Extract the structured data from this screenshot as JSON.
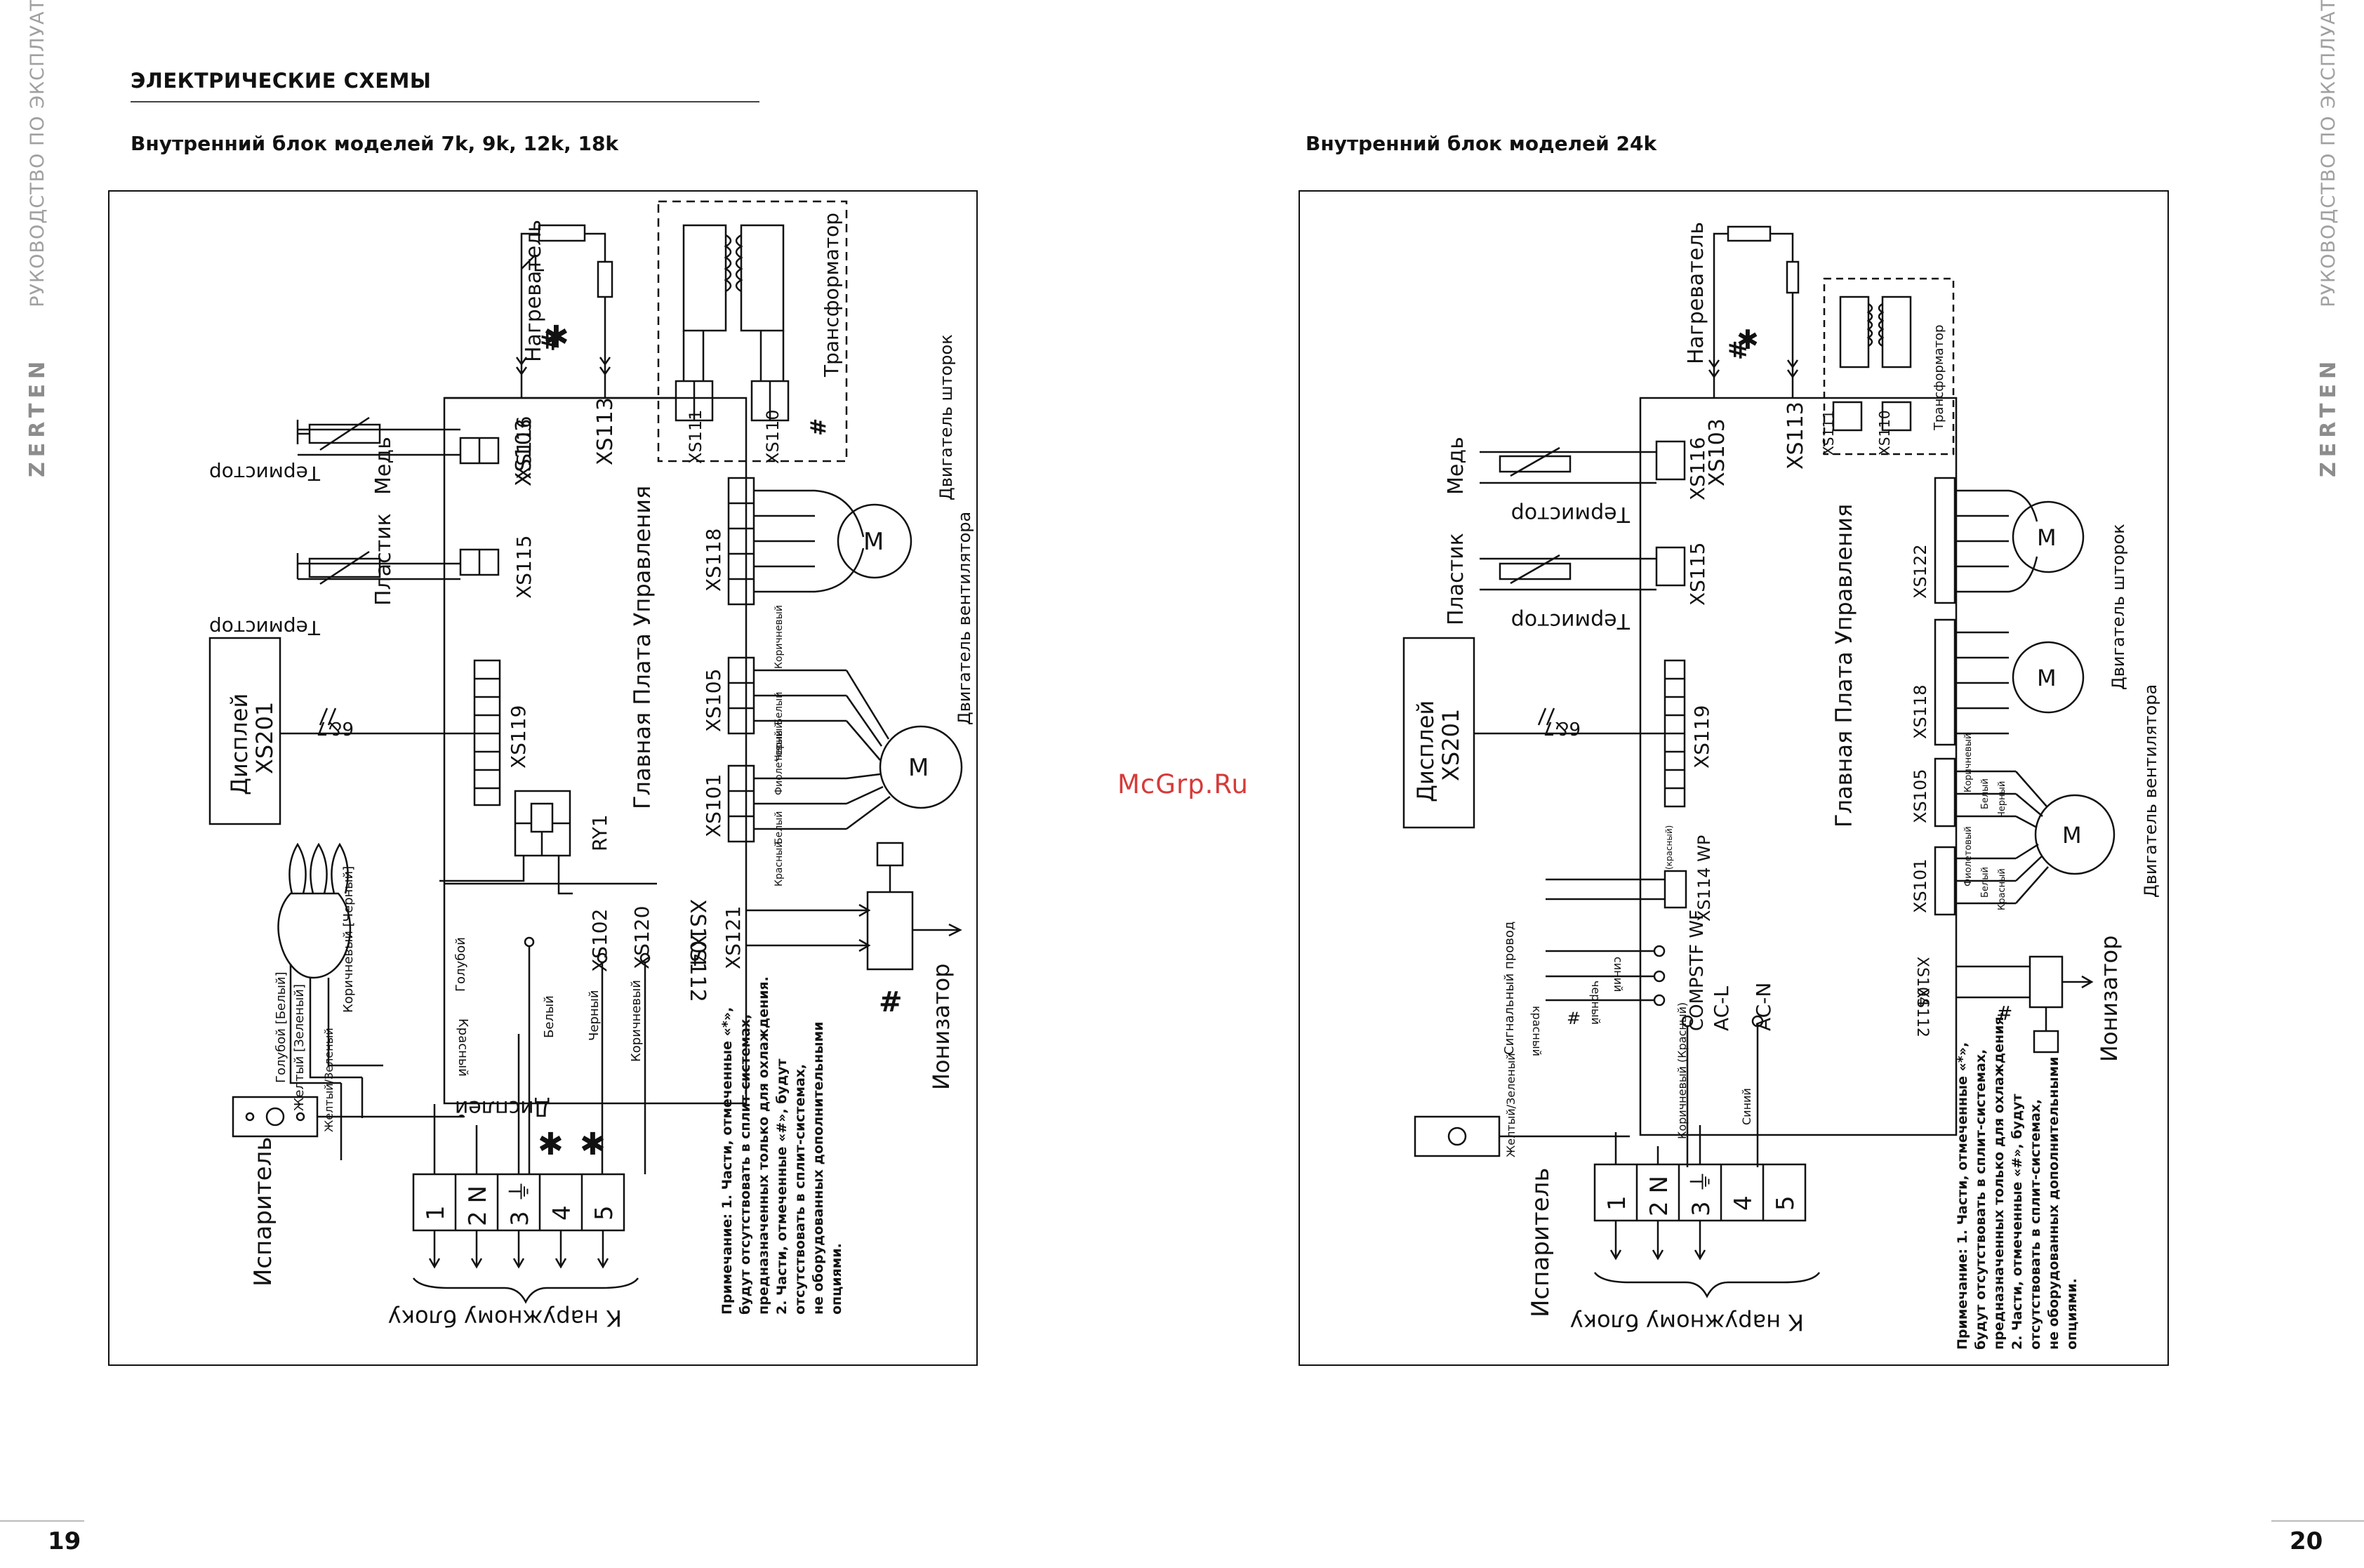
{
  "header": {
    "brand": "ZERTEN",
    "manual": "РУКОВОДСТВО ПО ЭКСПЛУАТАЦИИ",
    "section_title": "ЭЛЕКТРИЧЕСКИЕ СХЕМЫ"
  },
  "watermark": "McGrp.Ru",
  "pages": {
    "left": "19",
    "right": "20"
  },
  "diagram_left": {
    "title": "Внутренний блок моделей 7k, 9k, 12k, 18k",
    "labels": {
      "heater": "Нагреватель",
      "transformer": "Трансформатор",
      "copper": "Медь",
      "plastic": "Пластик",
      "thermistor": "Термистор",
      "display": "Дисплей",
      "xs201": "XS201",
      "main_board": "Главная Плата Управления",
      "curtain_motor": "Двигатель шторок",
      "fan_motor": "Двигатель вентилятора",
      "ionizer": "Ионизатор",
      "evaporator": "Испаритель",
      "to_outdoor": "К наружному блоку",
      "display_wire": "Дисплей",
      "relay": "RY1",
      "bus": "6&7",
      "motor_m": "M",
      "xs103": "XS103",
      "xs113": "XS113",
      "xs116": "XS116",
      "xs115": "XS115",
      "xs118": "XS118",
      "xs105": "XS105",
      "xs101": "XS101",
      "xs119": "XS119",
      "xs102": "XS102",
      "xs120": "XS120",
      "xs121": "XS121",
      "xs104": "XS104",
      "xs112": "XS112",
      "xs111": "XS111",
      "xs110": "XS110",
      "mark_hash": "#",
      "mark_star": "✱",
      "plug_wires": [
        "Голубой [Белый]",
        "Желтый [Зеленый]",
        "Коричневый [Черный]"
      ],
      "yellow_green": "Желтый/Зеленый",
      "terminal_wires": [
        "Красный",
        "Голубой",
        "Белый",
        "Черный",
        "Коричневый"
      ],
      "fan_wires_105": [
        "Коричневый",
        "Белый",
        "Черный"
      ],
      "fan_wires_101": [
        "Фиолетовый",
        "Белый",
        "Красный"
      ]
    },
    "terminals": [
      "1",
      "2 N",
      "3 ⏚",
      "4",
      "5"
    ],
    "note": [
      "Примечание: 1. Части, отмеченные «*»,",
      "будут отсутствовать в сплит-системах,",
      "предназначенных только для охлаждения.",
      "2. Части, отмеченные «#», будут",
      "отсутствовать в сплит-системах,",
      "не оборудованных дополнительными",
      "опциями."
    ]
  },
  "diagram_right": {
    "title": "Внутренний блок моделей 24k",
    "labels": {
      "heater": "Нагреватель",
      "transformer": "Трансформатор",
      "copper": "Медь",
      "plastic": "Пластик",
      "thermistor": "Термистор",
      "display": "Дисплей",
      "xs201": "XS201",
      "main_board": "Главная Плата Управления",
      "curtain_motor": "Двигатель шторок",
      "fan_motor": "Двигатель вентилятора",
      "ionizer": "Ионизатор",
      "evaporator": "Испаритель",
      "to_outdoor": "К наружному блоку",
      "signal_wire": "Сигнальный провод",
      "bus": "6&7",
      "motor_m": "M",
      "xs103": "XS103",
      "xs113": "XS113",
      "xs116": "XS116",
      "xs115": "XS115",
      "xs122": "XS122",
      "xs118": "XS118",
      "xs105": "XS105",
      "xs101": "XS101",
      "xs119": "XS119",
      "xs114": "XS114 WP",
      "xs114_note": "(красный)",
      "xs104": "XS104",
      "xs112": "XS112",
      "xs111": "XS111",
      "xs110": "XS110",
      "compstf": "COMPSTF WF",
      "ac_l": "AC-L",
      "ac_n": "AC-N",
      "mark_hash": "#",
      "mark_star": "✱",
      "sig_wires": [
        "синий",
        "черный",
        "красный"
      ],
      "yellow_green": "Желтый/Зеленый",
      "ac_wires": [
        "Коричневый (Красный)",
        "Синий"
      ],
      "fan_wires_105": [
        "Коричневый",
        "Белый",
        "Черный"
      ],
      "fan_wires_101": [
        "Фиолетовый",
        "Белый",
        "Красный"
      ]
    },
    "terminals": [
      "1",
      "2 N",
      "3 ⏚",
      "4",
      "5"
    ],
    "note": [
      "Примечание: 1. Части, отмеченные «*»,",
      "будут отсутствовать в сплит-системах,",
      "предназначенных только для охлаждения.",
      "2. Части, отмеченные «#», будут",
      "отсутствовать в сплит-системах,",
      "не оборудованных дополнительными",
      "опциями."
    ]
  }
}
